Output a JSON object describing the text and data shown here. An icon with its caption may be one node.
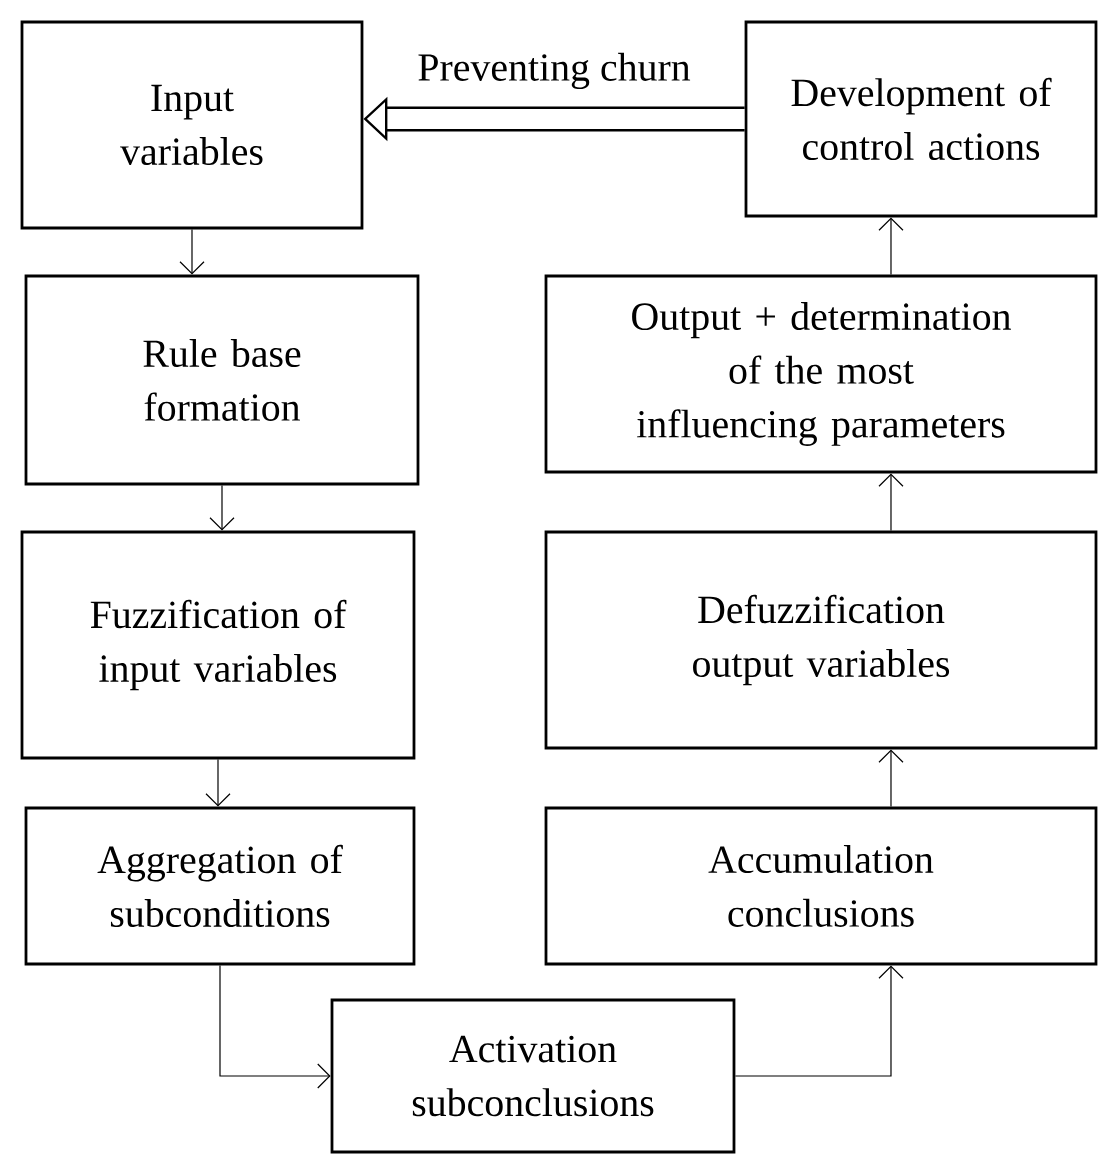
{
  "diagram": {
    "nodes": [
      {
        "text": [
          "Input variables"
        ]
      },
      {
        "text": [
          "Rule base formation"
        ]
      },
      {
        "text": [
          "Fuzzification of input variables"
        ]
      },
      {
        "text": [
          "Aggregation of subconditions"
        ]
      },
      {
        "text": [
          "Activation subconclusions"
        ]
      },
      {
        "text": [
          "Accumulation conclusions"
        ]
      },
      {
        "text": [
          "Defuzzification output variables"
        ]
      },
      {
        "text": [
          "Output + determination of the most influencing parameters"
        ]
      },
      {
        "text": [
          "Development of control actions"
        ]
      }
    ],
    "edges": [
      {
        "from": 0,
        "to": 1,
        "arrow": "to"
      },
      {
        "from": 1,
        "to": 2,
        "arrow": "to"
      },
      {
        "from": 2,
        "to": 3,
        "arrow": "to"
      },
      {
        "from": 3,
        "to": 4,
        "arrow": "to"
      },
      {
        "from": 4,
        "to": 5,
        "arrow": "to"
      },
      {
        "from": 5,
        "to": 6,
        "arrow": "to"
      },
      {
        "from": 6,
        "to": 7,
        "arrow": "to"
      },
      {
        "from": 7,
        "to": 8,
        "arrow": "to"
      },
      {
        "from": 8,
        "to": 0,
        "arrow": "to",
        "label": "Preventing churn",
        "style": "thick"
      }
    ]
  }
}
